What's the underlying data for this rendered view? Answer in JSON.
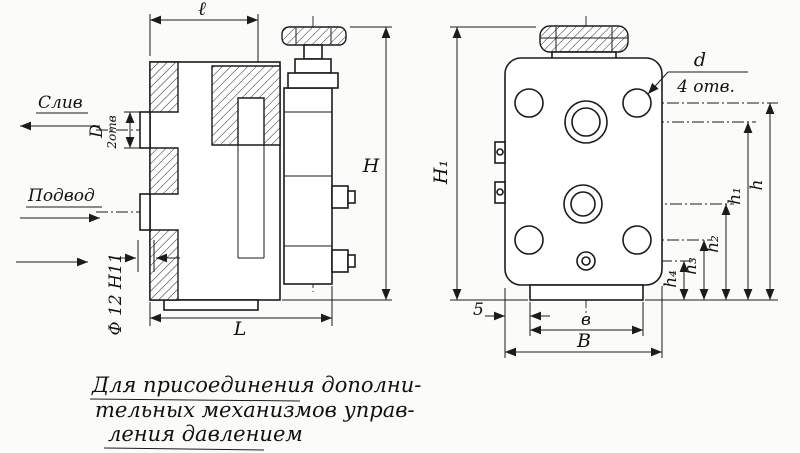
{
  "left_view": {
    "dim_l": "ℓ",
    "dim_H": "H",
    "dim_L": "L",
    "dim_D": "D",
    "holes_2": "2отв",
    "port_callout": "Ф 12 Н11",
    "drain": "Слив",
    "supply": "Подвод"
  },
  "right_view": {
    "dim_H1": "H₁",
    "dim_d": "d",
    "holes_4": "4 отв.",
    "dim_h": "h",
    "dim_h1": "h₁",
    "dim_h2": "h₂",
    "dim_h3": "h₃",
    "dim_h4": "h₄",
    "dim_5": "5",
    "dim_b_small": "в",
    "dim_B_big": "В"
  },
  "note": {
    "line1": "Для присоединения дополни-",
    "line2": "тельных механизмов управ-",
    "line3": "ления давлением"
  }
}
